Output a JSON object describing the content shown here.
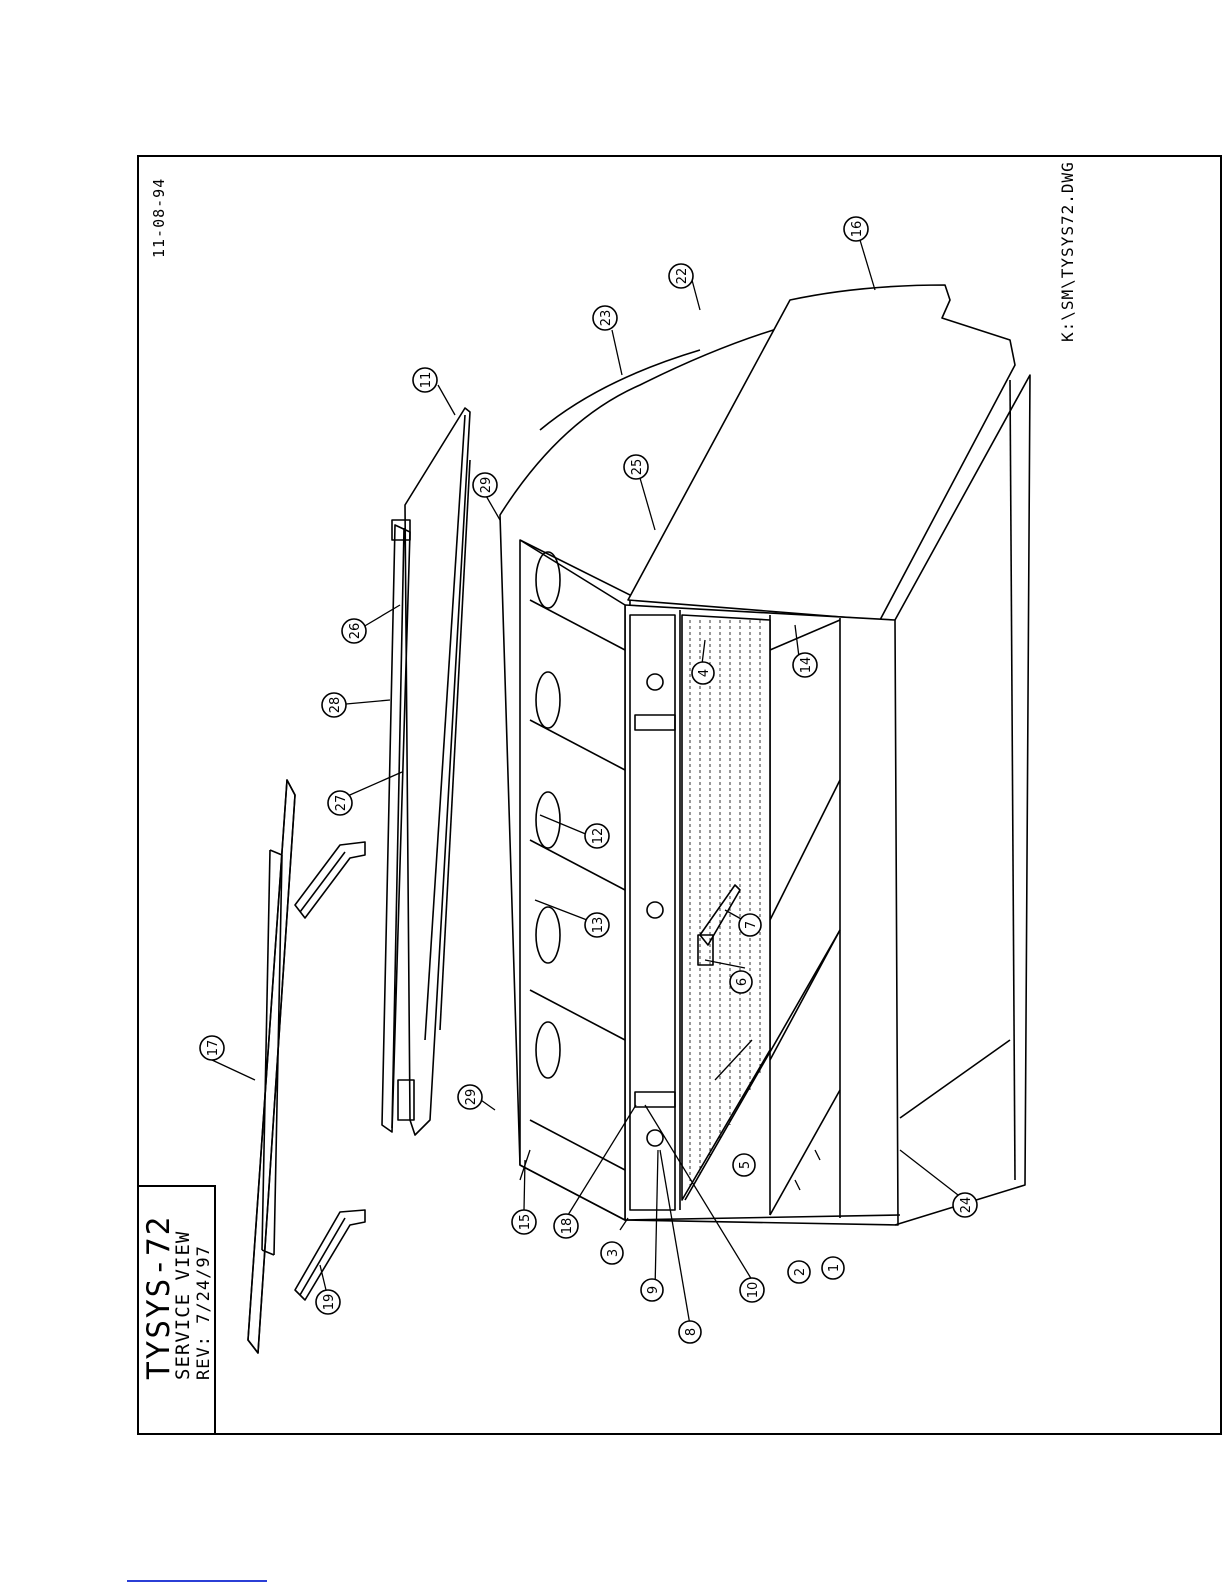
{
  "title": {
    "model": "TYSYS-72",
    "view": "SERVICE VIEW",
    "revision": "REV:  7/24/97"
  },
  "date": "11-08-94",
  "filename": "K:\\SM\\TYSYS72.DWG",
  "callouts": [
    "1",
    "2",
    "3",
    "4",
    "5",
    "6",
    "7",
    "8",
    "9",
    "10",
    "11",
    "12",
    "13",
    "14",
    "15",
    "16",
    "17",
    "18",
    "19",
    "22",
    "23",
    "24",
    "25",
    "26",
    "27",
    "28",
    "29",
    "29"
  ]
}
